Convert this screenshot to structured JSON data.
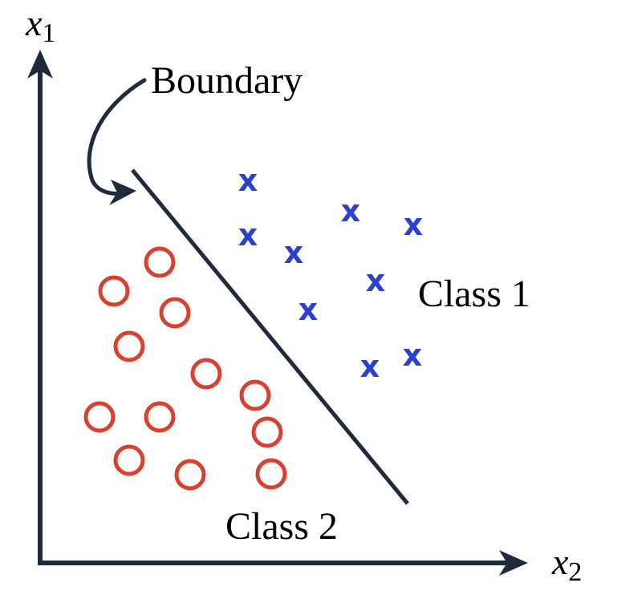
{
  "axes": {
    "y_label": {
      "base": "x",
      "sub": "1"
    },
    "x_label": {
      "base": "x",
      "sub": "2"
    }
  },
  "labels": {
    "boundary": "Boundary",
    "class1": "Class 1",
    "class2": "Class 2"
  },
  "markers": {
    "class1_symbol": "x"
  },
  "colors": {
    "axis": "#1f2a3a",
    "class1": "#2b3fd1",
    "class2": "#d9402e",
    "text": "#000000"
  }
}
